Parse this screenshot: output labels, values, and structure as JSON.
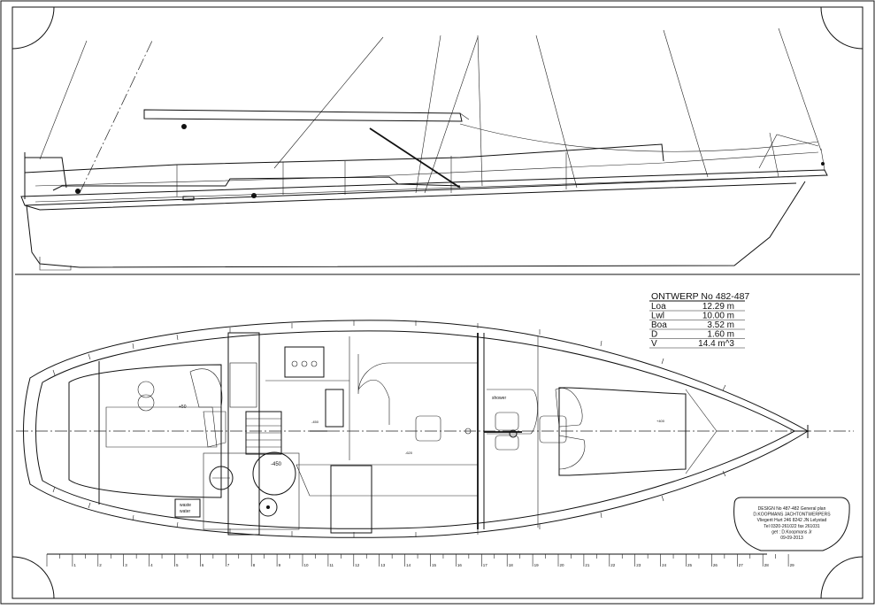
{
  "spec_table": {
    "title": "ONTWERP No 482-487",
    "rows": [
      {
        "label": "Loa",
        "value": "12.29 m"
      },
      {
        "label": "Lwl",
        "value": "10.00 m"
      },
      {
        "label": "Boa",
        "value": "3.52 m"
      },
      {
        "label": "D",
        "value": "1.60 m"
      },
      {
        "label": "V",
        "value": "14.4 m^3"
      }
    ]
  },
  "plan_labels": {
    "shower": "shower",
    "waste_water_line1": "waste",
    "waste_water_line2": "water",
    "level_plus50": "+50",
    "level_minus450": "-450",
    "level_minus450b": "-450",
    "level_minus620": "-620",
    "level_plus400": "+400"
  },
  "title_block": {
    "lines": [
      "DESIGN No 487-482 General plan",
      "D.KOOPMANS  JACHTONTWERPERS",
      "Vliegerit Hurt 246 8242 JN Lelystad",
      "Tel 0320-261022 fax 261031",
      "get : D.Koopmans Jr",
      "09-09-2013"
    ]
  },
  "scale_bar": {
    "labels": [
      "1",
      "2",
      "3",
      "4",
      "5",
      "6",
      "7",
      "8",
      "9",
      "10",
      "11",
      "12",
      "13",
      "14",
      "15",
      "16",
      "17",
      "18",
      "19",
      "20",
      "21",
      "22",
      "23",
      "24",
      "25",
      "26",
      "27",
      "28",
      "29"
    ]
  },
  "colors": {
    "ink": "#111111",
    "paper": "#ffffff"
  }
}
